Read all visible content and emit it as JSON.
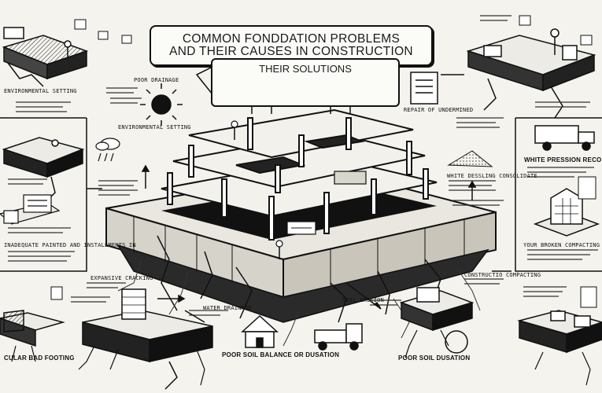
{
  "title": {
    "line1": "COMMON  FONDDATION PROBLEMS",
    "line2": "AND THEIR CAUSES IN CONSTRUCTION"
  },
  "subtitle": "THEIR SOLUTIONS",
  "labels": {
    "top_left": "ENVIRONMENTAL SETTING",
    "center_left": "ENVIRONMENTAL SETTING",
    "sun_caption": "POOR DRAINAGE",
    "top_right_small": "REPAIR OF UNDERMINED",
    "right_mid": "WHITE PRESSION RECONS",
    "right_mid2": "WHITE DESSLING CONSOLIDATE",
    "left_bottom": "INADEQUATE PAINTED AND INSTALLMENTS IN",
    "left_bottom2": "EXPANSIVE CRACKING",
    "bottom_left": "CULAR BAD FOOTING",
    "bottom_center_left": "POOR SOIL BALANCE OR DUSATION",
    "bottom_center_right": "POOR SOIL DUSATION",
    "right_bottom": "YOUR BROKEN COMPACTING",
    "center_tag": "SOIL EROSION",
    "lower_mid": "CONSTRUCTIO COMPACTING",
    "lower_mid2": "WATER DRAINAGE"
  }
}
